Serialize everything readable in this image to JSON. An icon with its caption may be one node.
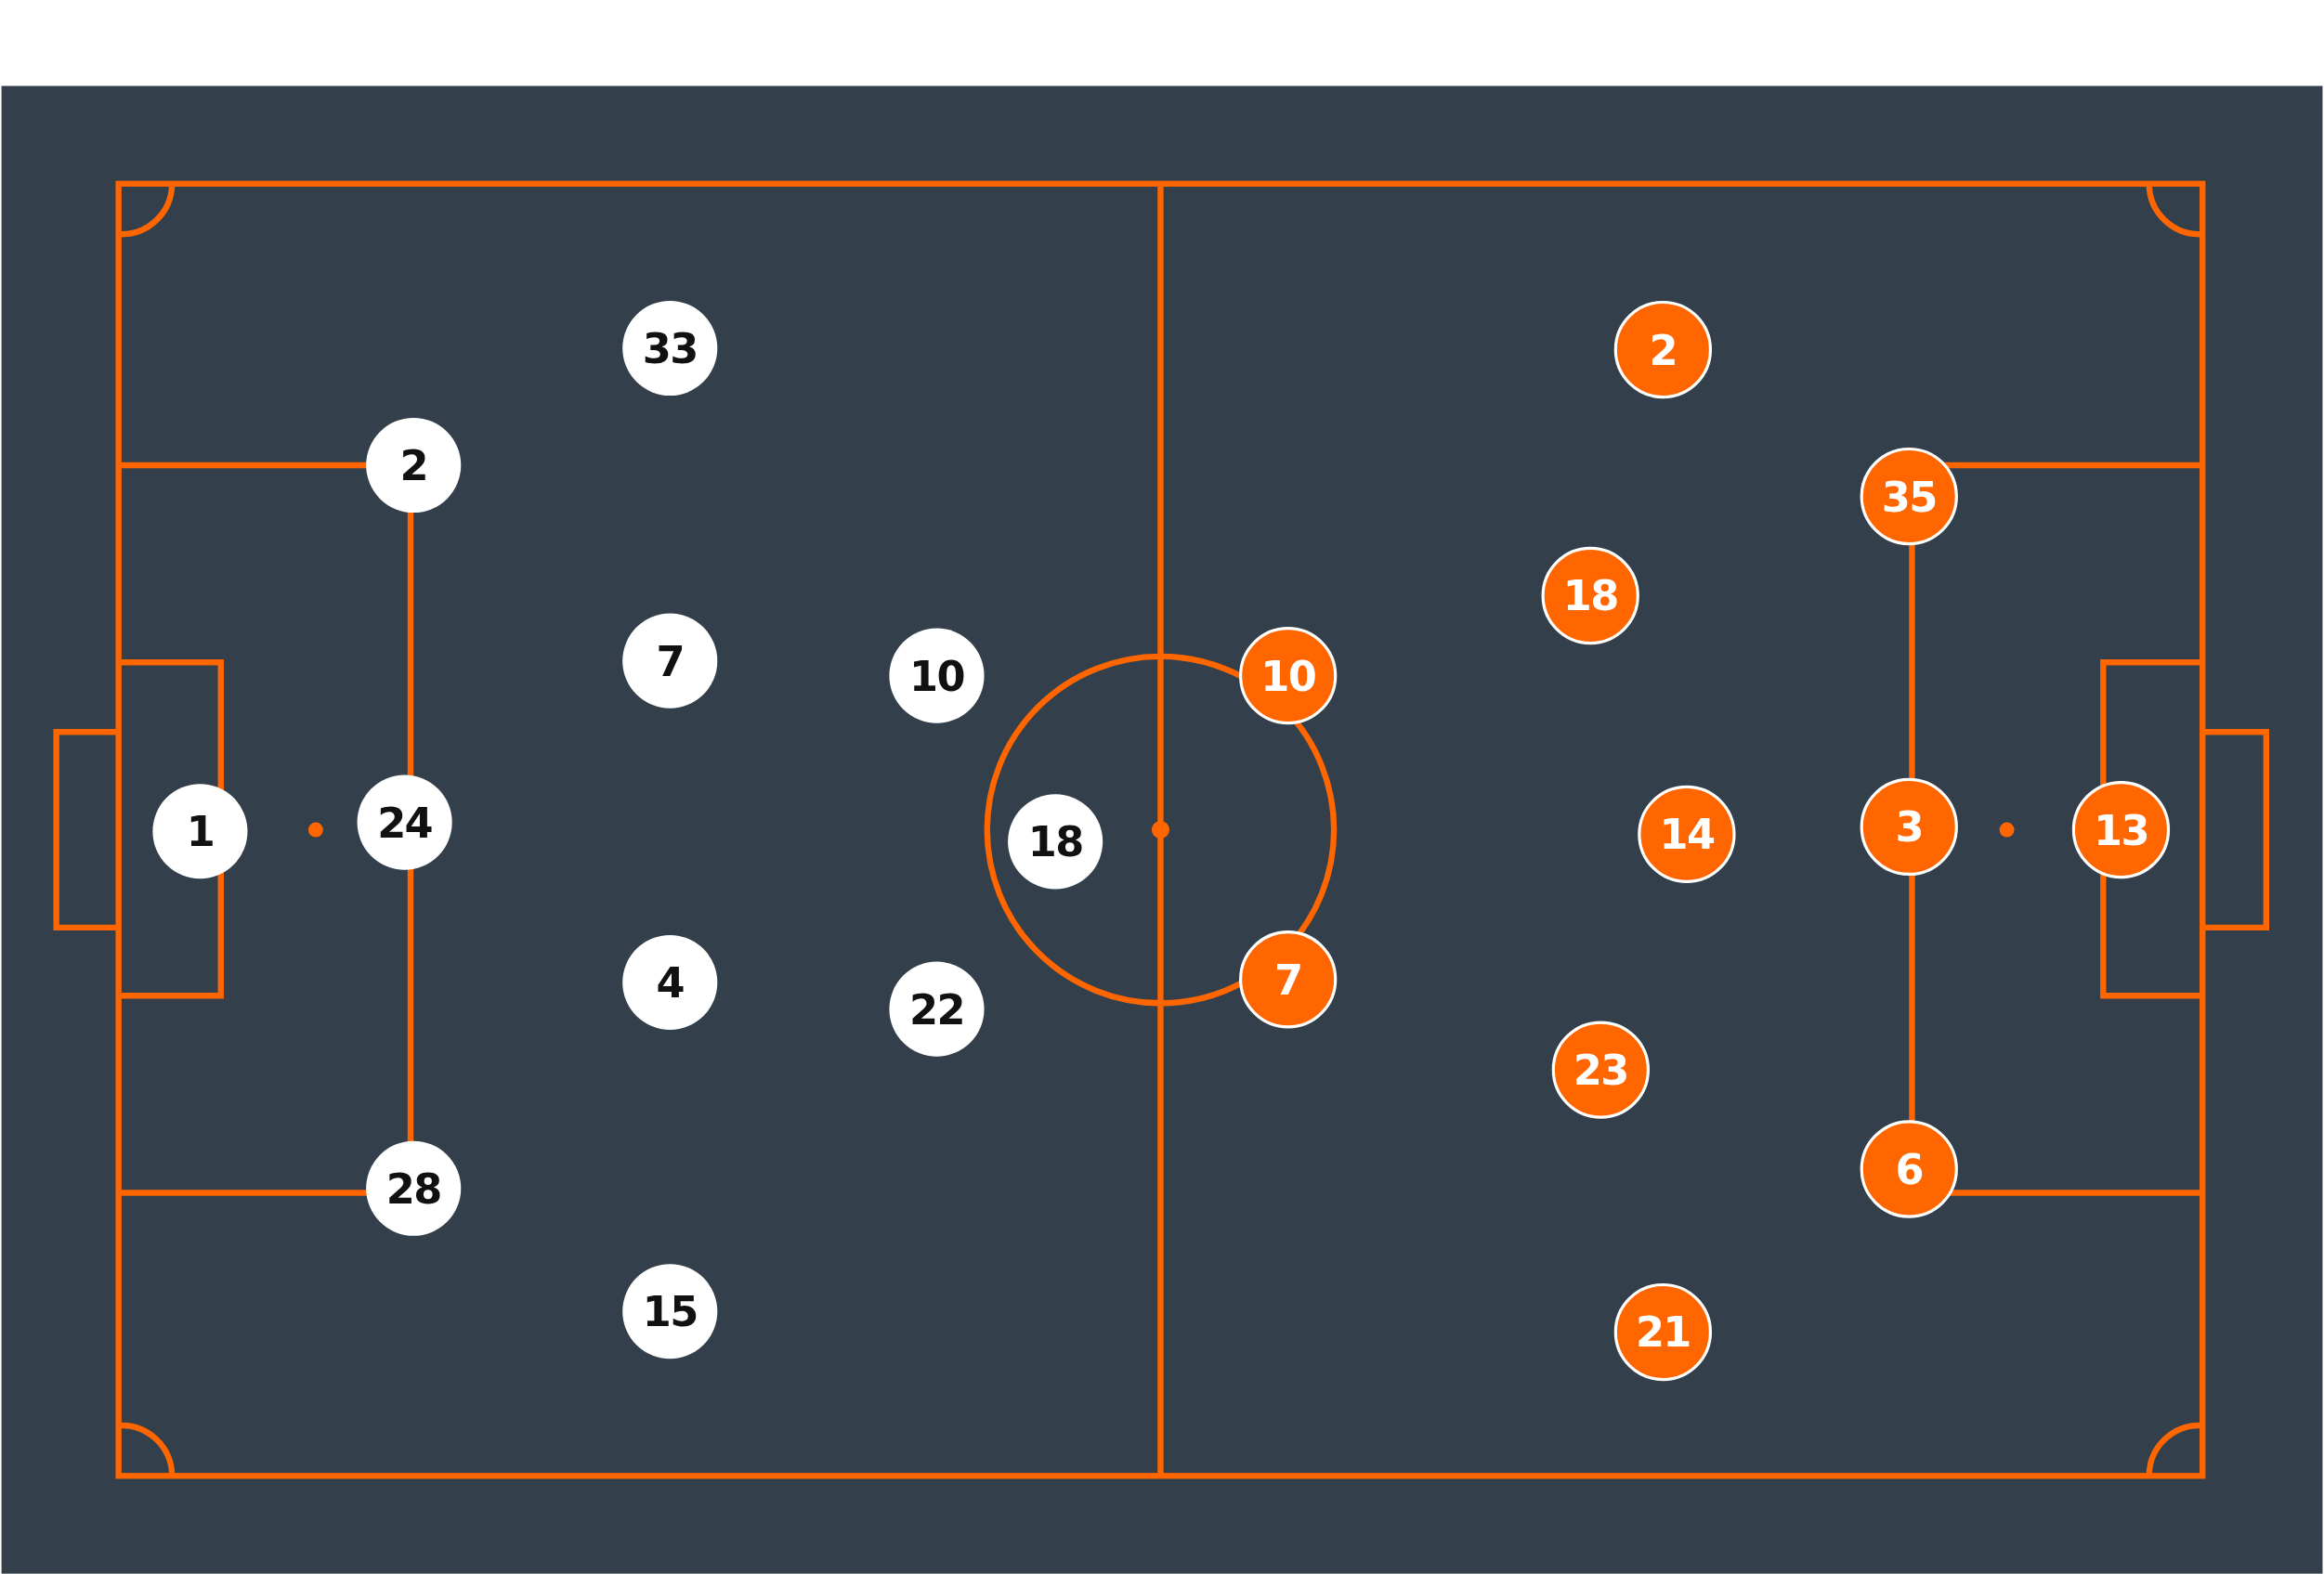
{
  "diagram": {
    "nodes": [
      {
        "text": [
          "1"
        ]
      },
      {
        "text": [
          "2"
        ]
      },
      {
        "text": [
          "24"
        ]
      },
      {
        "text": [
          "28"
        ]
      },
      {
        "text": [
          "33"
        ]
      },
      {
        "text": [
          "7"
        ]
      },
      {
        "text": [
          "4"
        ]
      },
      {
        "text": [
          "15"
        ]
      },
      {
        "text": [
          "10"
        ]
      },
      {
        "text": [
          "22"
        ]
      },
      {
        "text": [
          "18"
        ]
      },
      {
        "text": [
          "10"
        ]
      },
      {
        "text": [
          "7"
        ]
      },
      {
        "text": [
          "2"
        ]
      },
      {
        "text": [
          "18"
        ]
      },
      {
        "text": [
          "23"
        ]
      },
      {
        "text": [
          "21"
        ]
      },
      {
        "text": [
          "14"
        ]
      },
      {
        "text": [
          "35"
        ]
      },
      {
        "text": [
          "3"
        ]
      },
      {
        "text": [
          "6"
        ]
      },
      {
        "text": [
          "13"
        ]
      }
    ]
  }
}
